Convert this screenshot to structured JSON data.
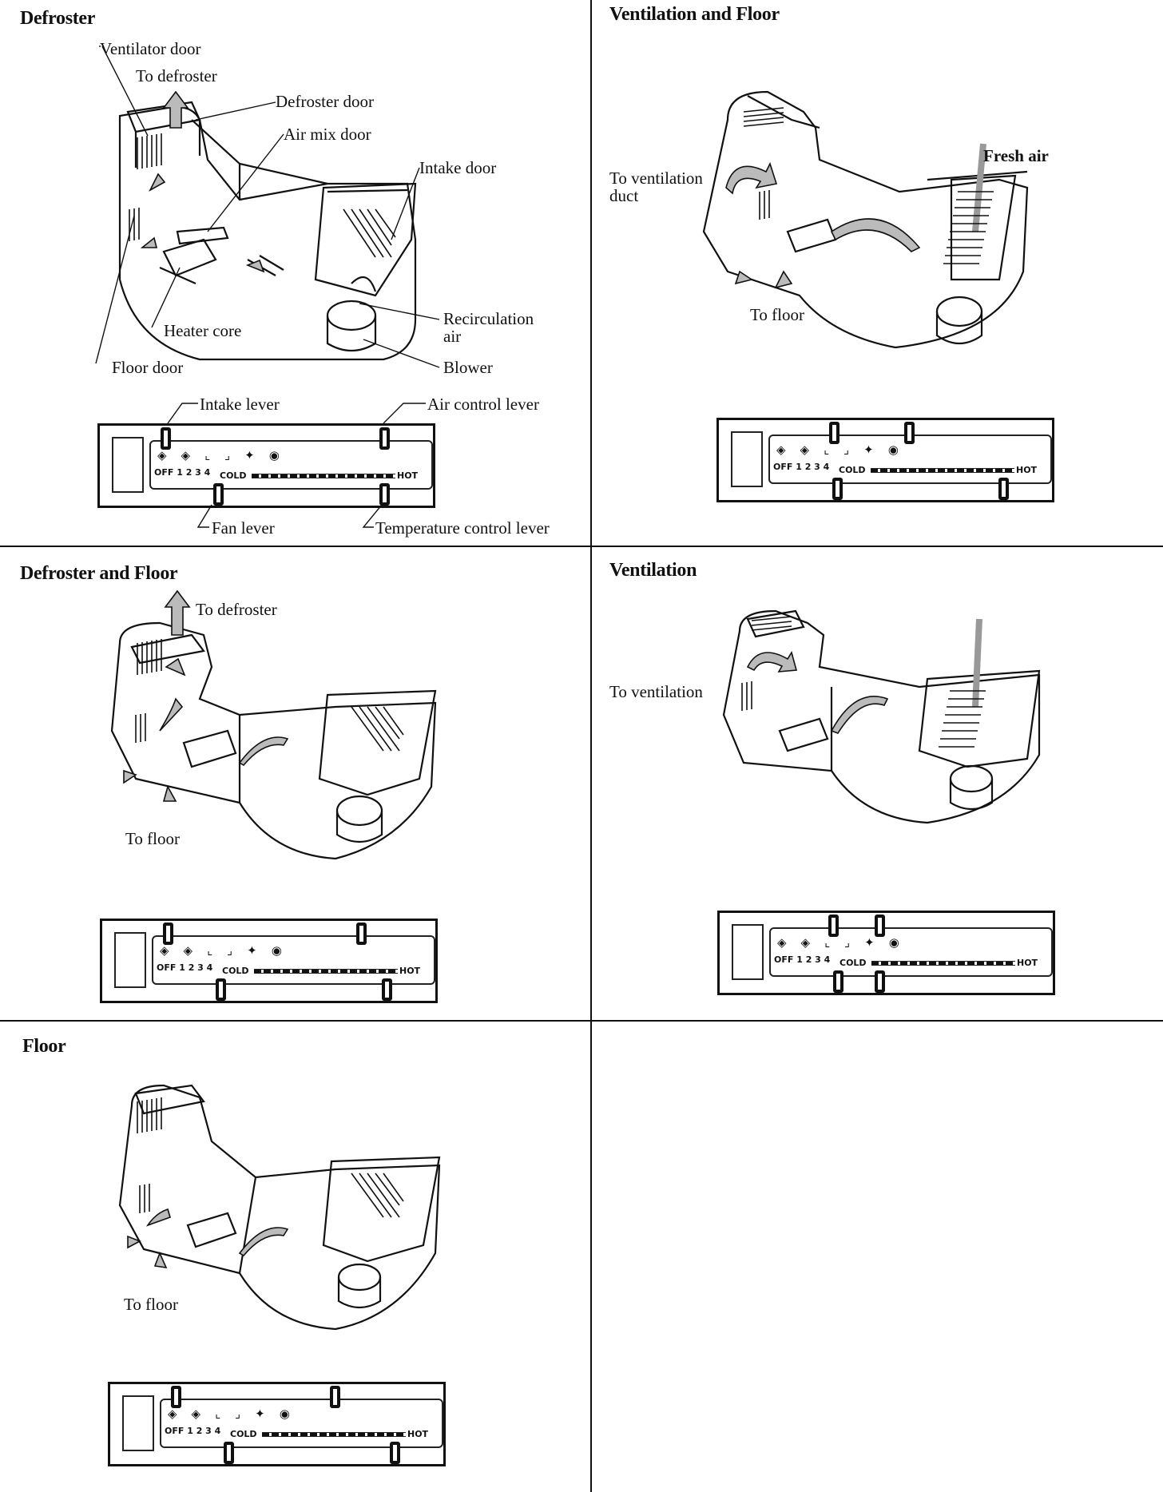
{
  "panels": {
    "defroster": {
      "title": "Defroster",
      "labels": {
        "ventilator_door": "Ventilator door",
        "to_defroster": "To defroster",
        "defroster_door": "Defroster door",
        "air_mix_door": "Air mix door",
        "intake_door": "Intake door",
        "recirculation_air": "Recirculation air",
        "heater_core": "Heater core",
        "blower": "Blower",
        "floor_door": "Floor door"
      },
      "control": {
        "intake_lever": "Intake lever",
        "air_control_lever": "Air control lever",
        "fan_lever": "Fan lever",
        "temperature_control_lever": "Temperature control lever"
      }
    },
    "ventilation_floor": {
      "title": "Ventilation and Floor",
      "labels": {
        "fresh_air": "Fresh air",
        "to_ventilation_duct": "To ventilation duct",
        "to_floor": "To floor"
      }
    },
    "defroster_floor": {
      "title": "Defroster and Floor",
      "labels": {
        "to_defroster": "To defroster",
        "to_floor": "To floor"
      }
    },
    "ventilation": {
      "title": "Ventilation",
      "labels": {
        "to_ventilation": "To ventilation"
      }
    },
    "floor": {
      "title": "Floor",
      "labels": {
        "to_floor": "To floor"
      }
    }
  },
  "control_scale": {
    "fan": "OFF 1 2 3 4",
    "cold": "COLD",
    "hot": "HOT"
  },
  "icons": [
    "fan-icon",
    "recirc-icon",
    "fresh-air-icon",
    "face-vent-icon",
    "bilevel-icon",
    "floor-icon",
    "defrost-floor-icon",
    "defrost-icon"
  ]
}
